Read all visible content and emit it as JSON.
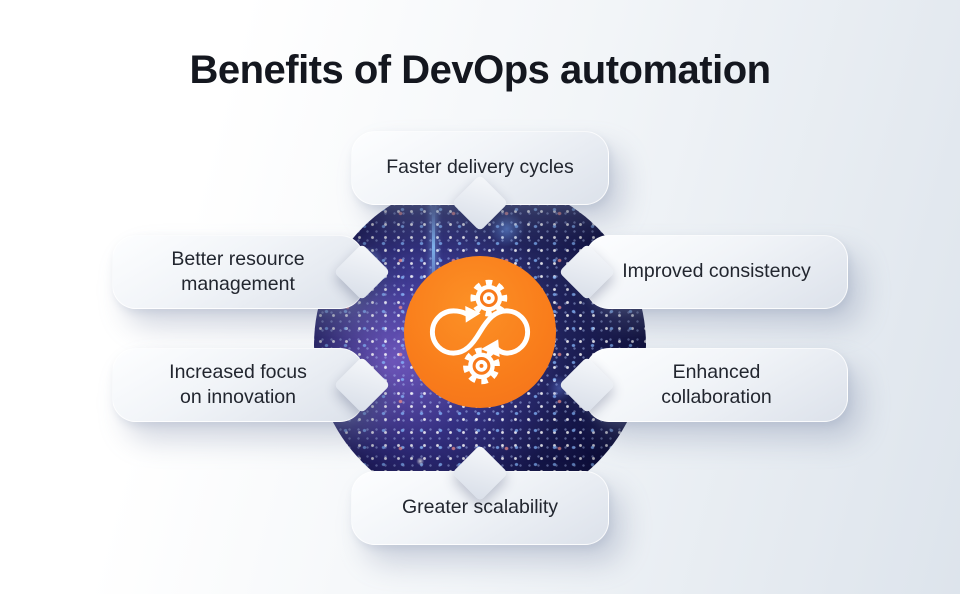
{
  "title": "Benefits of DevOps automation",
  "center": {
    "icon": "infinity-loop-gears-icon",
    "color": "#F8791B"
  },
  "benefits": [
    {
      "label": "Faster delivery cycles",
      "lines": [
        "Faster delivery cycles"
      ],
      "position": "top"
    },
    {
      "label": "Better resource management",
      "lines": [
        "Better resource",
        "management"
      ],
      "position": "middle-left"
    },
    {
      "label": "Improved consistency",
      "lines": [
        "Improved consistency"
      ],
      "position": "middle-right"
    },
    {
      "label": "Increased focus on innovation",
      "lines": [
        "Increased focus",
        "on innovation"
      ],
      "position": "lower-left"
    },
    {
      "label": "Enhanced collaboration",
      "lines": [
        "Enhanced",
        "collaboration"
      ],
      "position": "lower-right"
    },
    {
      "label": "Greater scalability",
      "lines": [
        "Greater scalability"
      ],
      "position": "bottom"
    }
  ],
  "colors": {
    "accent_orange": "#F8791B",
    "globe_navy": "#13144A",
    "page_bg_start": "#FFFFFF",
    "page_bg_end": "#DFE5EC",
    "text_dark": "#22262F",
    "title_dark": "#14171F"
  }
}
